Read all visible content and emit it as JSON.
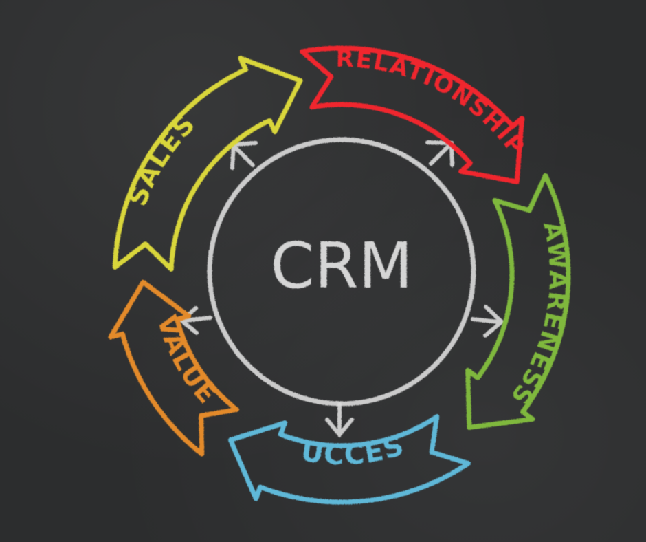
{
  "center": {
    "label": "CRM",
    "color": "#e6e6e6"
  },
  "segments": [
    {
      "id": "sales",
      "label": "SALES",
      "color": "#d9d63a"
    },
    {
      "id": "relationship",
      "label": "RELATIONSHIP",
      "color": "#f0262d"
    },
    {
      "id": "awareness",
      "label": "AWARENESS",
      "color": "#7fb83d"
    },
    {
      "id": "success",
      "label": "SUCCESS",
      "color": "#5fb8d8"
    },
    {
      "id": "value",
      "label": "VALUE",
      "color": "#e38a2c"
    }
  ]
}
